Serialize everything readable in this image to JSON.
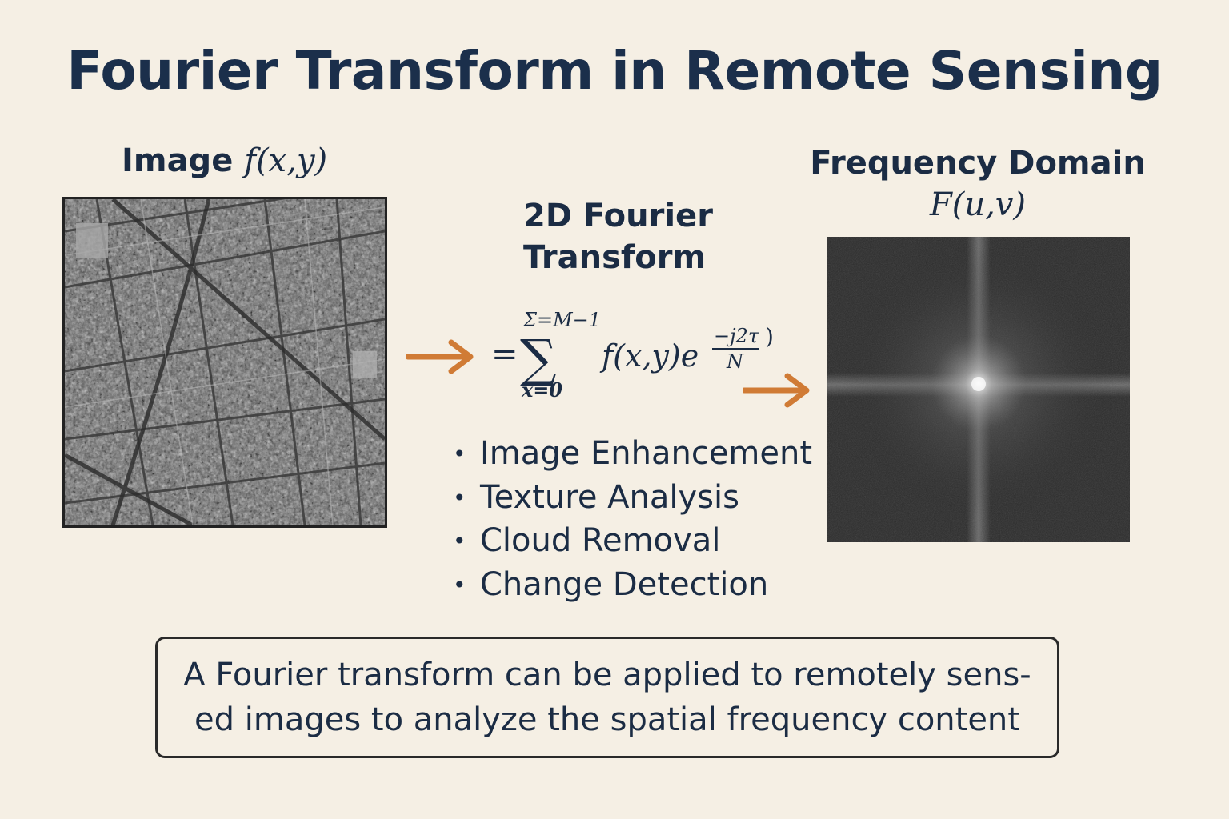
{
  "title": "Fourier Transform in Remote Sensing",
  "left_panel": {
    "label_text": "Image",
    "label_math": "f(x,y)"
  },
  "right_panel": {
    "label_text": "Frequency Domain",
    "label_math": "F(u,v)"
  },
  "middle": {
    "heading_line1": "2D Fourier",
    "heading_line2": "Transform",
    "formula": {
      "equals": "=",
      "upper_limit": "Σ=M−1",
      "sigma": "∑",
      "lower_limit": "x=0",
      "function": "f(x,y)e",
      "exp_numerator": "−j2τ",
      "exp_denominator": "N",
      "closing": ")"
    },
    "applications": [
      "Image Enhancement",
      "Texture Analysis",
      "Cloud Removal",
      "Change Detection"
    ]
  },
  "note": {
    "line1": "A Fourier transform can be applied to remotely sens-",
    "line2": "ed images to analyze the spatial frequency content"
  },
  "colors": {
    "background": "#f5efe4",
    "text": "#1b2c44",
    "arrow": "#d07b35"
  }
}
